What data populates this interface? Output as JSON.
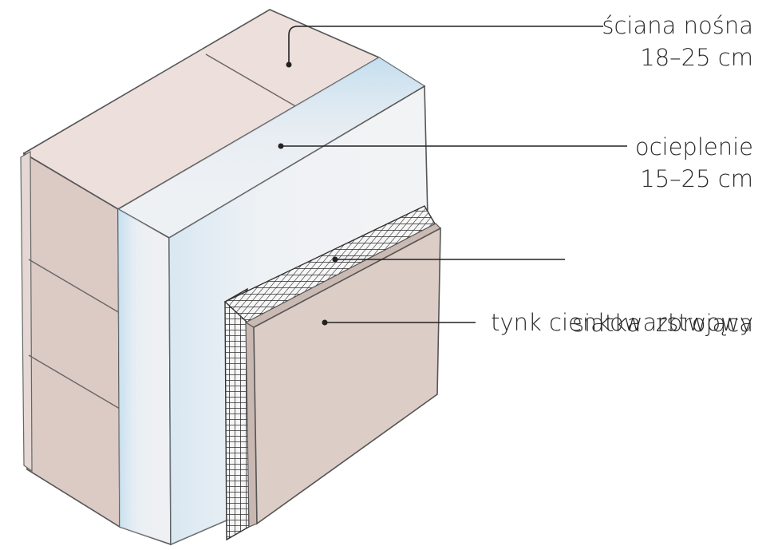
{
  "labels": {
    "load_wall": {
      "name": "ściana nośna",
      "thickness": "18–25 cm"
    },
    "insulation": {
      "name": "ocieplenie",
      "thickness": "15–25 cm"
    },
    "mesh": {
      "name": "siatka  zbrojąca"
    },
    "plaster": {
      "name": "tynk cienkowarstwowy"
    }
  },
  "colors": {
    "wall": "#e9ddd9",
    "wall_shade": "#d9c7c2",
    "insulation": "#f1f3f6",
    "insulation_tint": "#b9d9ee",
    "plaster": "#dccdc7",
    "mesh": "#2f2f2f",
    "outline": "#555555"
  }
}
